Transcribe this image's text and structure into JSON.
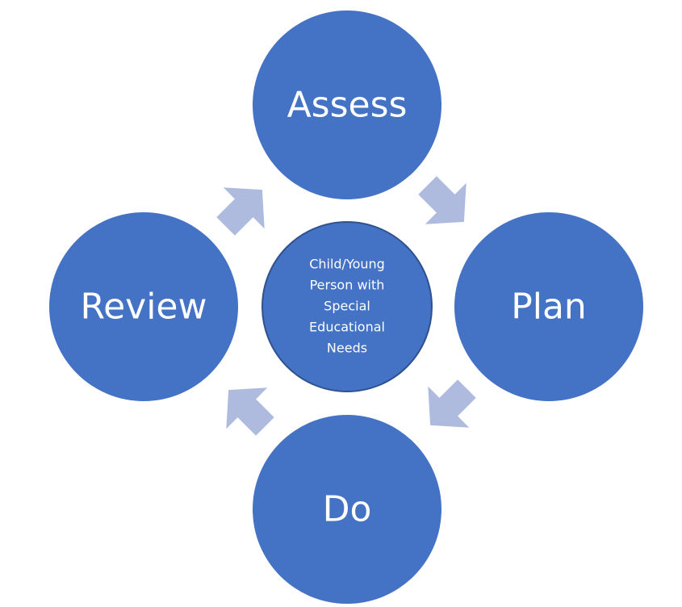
{
  "diagram": {
    "stages": [
      {
        "label": "Assess"
      },
      {
        "label": "Plan"
      },
      {
        "label": "Do"
      },
      {
        "label": "Review"
      }
    ],
    "center": {
      "lines": [
        "Child/Young",
        "Person with",
        "Special",
        "Educational",
        "Needs"
      ]
    }
  },
  "colors": {
    "stage_fill": "#4472C4",
    "center_fill": "#4472C4",
    "center_stroke": "#2F528F",
    "arrow_fill": "#AEBBDF",
    "text": "#FFFFFF",
    "background": "#FFFFFF"
  },
  "icons": {
    "arrows": [
      "arrow-assess-to-plan-icon",
      "arrow-plan-to-do-icon",
      "arrow-do-to-review-icon",
      "arrow-review-to-assess-icon"
    ]
  }
}
